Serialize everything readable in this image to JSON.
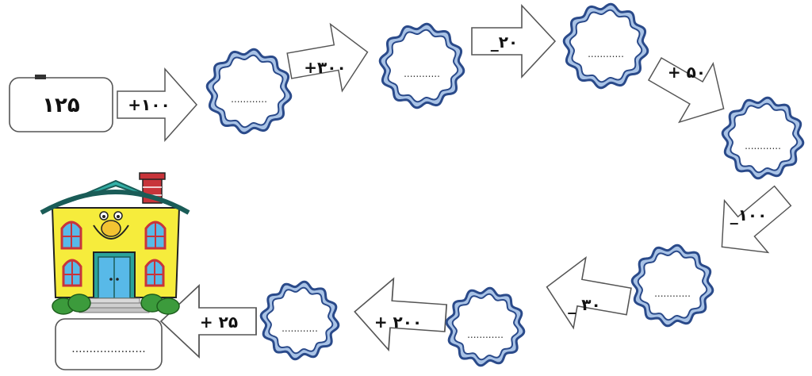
{
  "start": {
    "value": "۱۲۵"
  },
  "steps": [
    {
      "op": "+۱۰۰",
      "blank": "............"
    },
    {
      "op": "+۳۰۰",
      "blank": "............"
    },
    {
      "op": "_۲۰",
      "blank": "............"
    },
    {
      "op": "+ ۵۰",
      "blank": "............"
    },
    {
      "op": "_۱۰۰",
      "blank": "............"
    },
    {
      "op": "_ ۳۰",
      "blank": "............"
    },
    {
      "op": "+ ۲۰۰",
      "blank": "............"
    },
    {
      "op": "+ ۲۵",
      "blank": "............"
    }
  ],
  "final": {
    "blank": "....................."
  },
  "colors": {
    "circle_outer": "#2a4a8a",
    "circle_inner": "#a9c3e6",
    "house_wall": "#f6ec3c",
    "house_roof": "#2aa39a",
    "chimney": "#c8343a",
    "door": "#58b9e8",
    "window_frame": "#c8343a",
    "bush": "#3c9b3c"
  },
  "icons": {
    "house": "house-icon"
  }
}
